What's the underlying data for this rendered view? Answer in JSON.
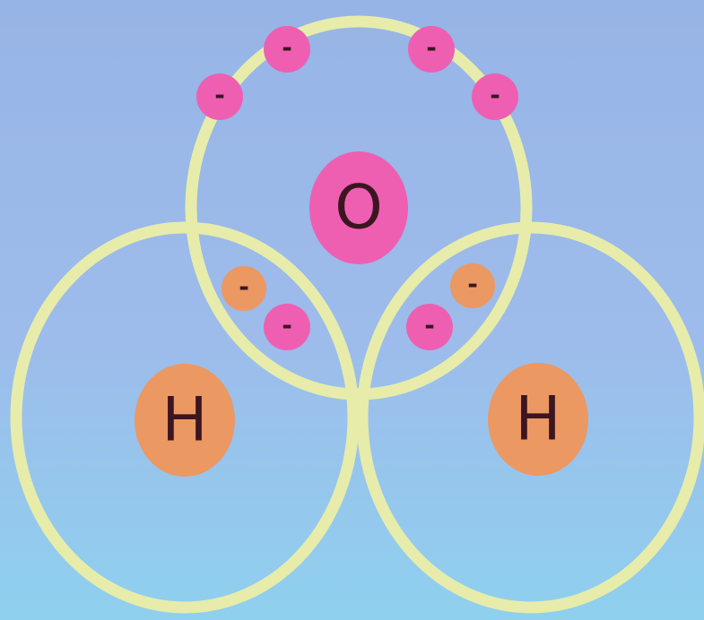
{
  "colors": {
    "shell": "#e7ecaa",
    "oxygen": "#ee5fb2",
    "hydrogen": "#eb9863",
    "label": "#3b1620"
  },
  "oxygen": {
    "nucleus_label": "O",
    "electron_label": "-"
  },
  "hydrogen_left": {
    "nucleus_label": "H",
    "electron_label": "-"
  },
  "hydrogen_right": {
    "nucleus_label": "H",
    "electron_label": "-"
  }
}
